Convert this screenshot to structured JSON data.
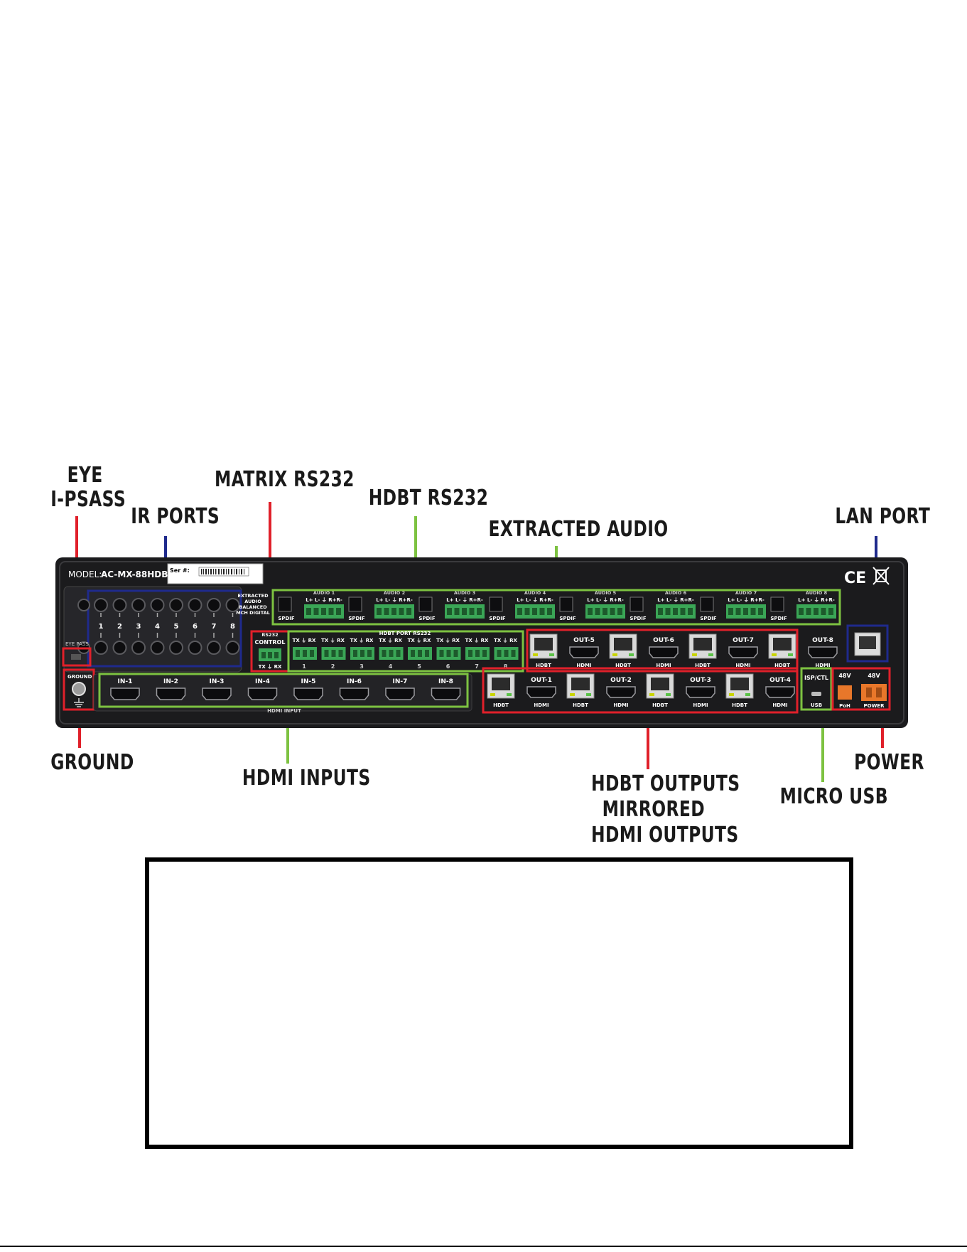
{
  "device": {
    "model_label": "MODEL:",
    "model_value": "AC-MX-88HDBT",
    "serial_label": "Ser #:",
    "extracted_audio_text": [
      "EXTRACTED",
      "AUDIO",
      "BALANCED",
      "MCH DIGITAL"
    ],
    "ir_numbers": [
      "1",
      "2",
      "3",
      "4",
      "5",
      "6",
      "7",
      "8"
    ],
    "eye_pass_label": "EYE PASS",
    "ground_label": "GROUND",
    "rs232_label": "RS232",
    "control_label": "CONTROL",
    "txrx_label": "TX ⏚ RX",
    "hdbt_port_rs232_label": "HDBT PORT RS232",
    "hdbt_rs232_numbers": [
      "1",
      "2",
      "3",
      "4",
      "5",
      "6",
      "7",
      "8"
    ],
    "audio_labels": [
      "AUDIO 1",
      "AUDIO 2",
      "AUDIO 3",
      "AUDIO 4",
      "AUDIO 5",
      "AUDIO 6",
      "AUDIO 7",
      "AUDIO 8"
    ],
    "audio_pin_label": "L+ L- ⏚ R+R-",
    "spdif_label": "SPDIF",
    "hdmi_inputs": [
      "IN-1",
      "IN-2",
      "IN-3",
      "IN-4",
      "IN-5",
      "IN-6",
      "IN-7",
      "IN-8"
    ],
    "hdmi_input_label": "HDMI INPUT",
    "outputs_top": [
      "OUT-5",
      "OUT-6",
      "OUT-7",
      "OUT-8"
    ],
    "outputs_bottom": [
      "OUT-1",
      "OUT-2",
      "OUT-3",
      "OUT-4"
    ],
    "hdbt_label": "HDBT",
    "hdmi_label": "HDMI",
    "isp_label": "ISP/CTL",
    "usb_label": "USB",
    "poh_label": "PoH",
    "power_label": "POWER",
    "v48_label": "48V",
    "ce_mark": "CE"
  },
  "callouts": {
    "eye_line1": "EYE",
    "eye_line2": "I-PSASS",
    "ir_ports": "IR PORTS",
    "matrix_rs232": "MATRIX RS232",
    "hdbt_rs232": "HDBT RS232",
    "extracted_audio": "EXTRACTED AUDIO",
    "lan_port": "LAN PORT",
    "ground": "GROUND",
    "hdmi_inputs": "HDMI INPUTS",
    "hdbt_outputs_line1": "HDBT OUTPUTS",
    "hdbt_outputs_line2": "MIRRORED",
    "hdbt_outputs_line3": "HDMI OUTPUTS",
    "micro_usb": "MICRO USB",
    "power": "POWER"
  },
  "colors": {
    "red": "#e0202a",
    "green": "#7dc241",
    "navy": "#1f2a8c",
    "chassis": "#1b1b1d"
  }
}
